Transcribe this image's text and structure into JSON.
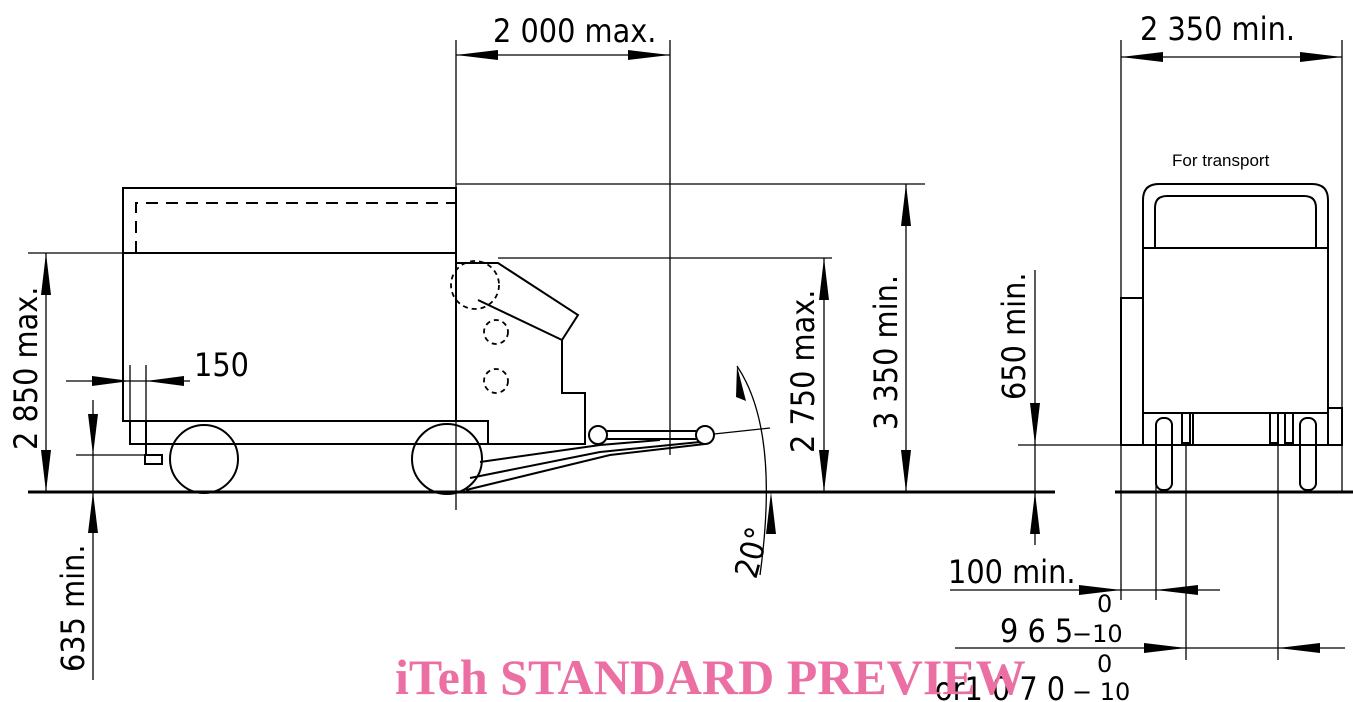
{
  "dimensions": {
    "width_side": "2 000 max.",
    "width_end": "2 350 min.",
    "setback": "150",
    "height_left": "2 850 max.",
    "height_mid": "2 750 max.",
    "height_overall": "3 350 min.",
    "clearance_end": "650 min.",
    "ground_clearance": "635 min.",
    "angle": "20°",
    "track_offset": "100 min.",
    "track_a": "9 6 5",
    "track_a_tol_upper": "0",
    "track_a_tol_lower": "−10",
    "track_b": "or1 0 7 0",
    "track_b_tol_upper": "0",
    "track_b_tol_lower": "− 10"
  },
  "notes": {
    "end_view": "For transport"
  },
  "watermark": "iTeh STANDARD PREVIEW"
}
